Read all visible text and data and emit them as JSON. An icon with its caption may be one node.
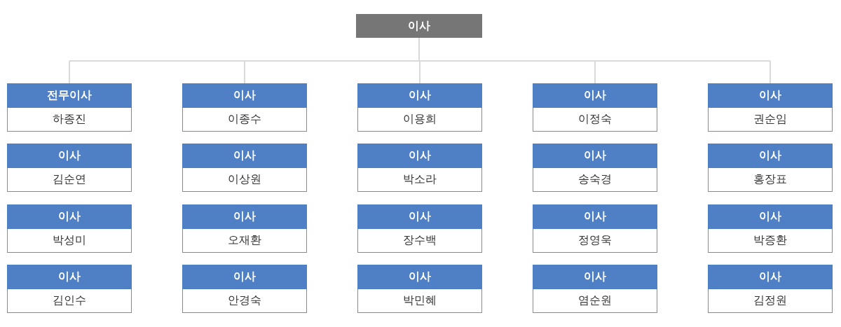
{
  "diagram": {
    "nodes": [
      {
        "text": [
          "이사"
        ]
      },
      {
        "text": [
          "전무이사",
          "하종진"
        ]
      },
      {
        "text": [
          "이사",
          "이종수"
        ]
      },
      {
        "text": [
          "이사",
          "이용희"
        ]
      },
      {
        "text": [
          "이사",
          "이정숙"
        ]
      },
      {
        "text": [
          "이사",
          "권순임"
        ]
      },
      {
        "text": [
          "이사",
          "김순연"
        ]
      },
      {
        "text": [
          "이사",
          "이상원"
        ]
      },
      {
        "text": [
          "이사",
          "박소라"
        ]
      },
      {
        "text": [
          "이사",
          "송숙경"
        ]
      },
      {
        "text": [
          "이사",
          "홍장표"
        ]
      },
      {
        "text": [
          "이사",
          "박성미"
        ]
      },
      {
        "text": [
          "이사",
          "오재환"
        ]
      },
      {
        "text": [
          "이사",
          "장수백"
        ]
      },
      {
        "text": [
          "이사",
          "정영욱"
        ]
      },
      {
        "text": [
          "이사",
          "박증환"
        ]
      },
      {
        "text": [
          "이사",
          "김인수"
        ]
      },
      {
        "text": [
          "이사",
          "안경숙"
        ]
      },
      {
        "text": [
          "이사",
          "박민혜"
        ]
      },
      {
        "text": [
          "이사",
          "염순원"
        ]
      },
      {
        "text": [
          "이사",
          "김정원"
        ]
      }
    ],
    "edges": [
      {
        "from": 0,
        "to": 1,
        "arrow": "none"
      },
      {
        "from": 0,
        "to": 2,
        "arrow": "none"
      },
      {
        "from": 0,
        "to": 3,
        "arrow": "none"
      },
      {
        "from": 0,
        "to": 4,
        "arrow": "none"
      },
      {
        "from": 0,
        "to": 5,
        "arrow": "none"
      }
    ]
  }
}
